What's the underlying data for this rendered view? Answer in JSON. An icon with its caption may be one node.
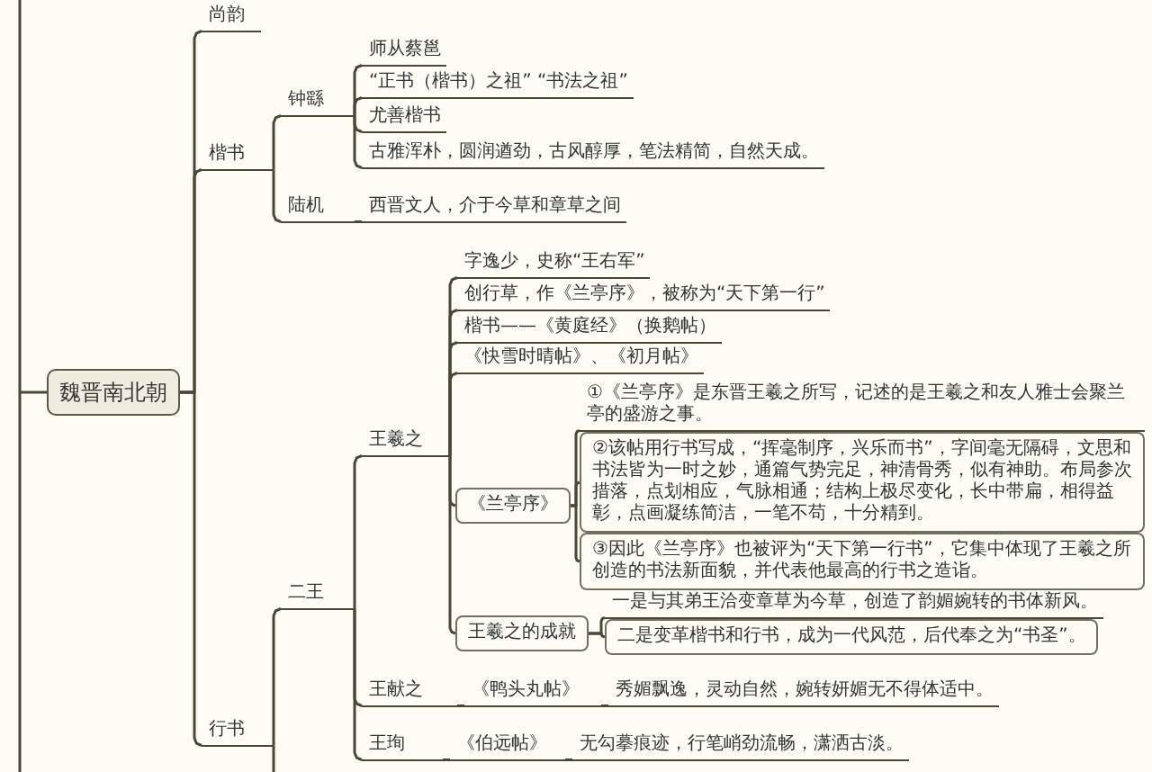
{
  "diagram": {
    "nodes": [
      {
        "text": [
          "魏晋南北朝"
        ]
      },
      {
        "text": [
          "尚韵"
        ]
      },
      {
        "text": [
          "楷书"
        ]
      },
      {
        "text": [
          "钟繇"
        ]
      },
      {
        "text": [
          "师从蔡邕"
        ]
      },
      {
        "text": [
          "“正书（楷书）之祖” “书法之祖”"
        ]
      },
      {
        "text": [
          "尤善楷书"
        ]
      },
      {
        "text": [
          "古雅浑朴，圆润遒劲，古风醇厚，笔法精简，自然天成。"
        ]
      },
      {
        "text": [
          "陆机"
        ]
      },
      {
        "text": [
          "西晋文人，介于今草和章草之间"
        ]
      },
      {
        "text": [
          "行书"
        ]
      },
      {
        "text": [
          "二王"
        ]
      },
      {
        "text": [
          "王羲之"
        ]
      },
      {
        "text": [
          "字逸少，史称“王右军”"
        ]
      },
      {
        "text": [
          "创行草，作《兰亭序》，被称为“天下第一行”"
        ]
      },
      {
        "text": [
          "楷书——《黄庭经》（换鹅帖）"
        ]
      },
      {
        "text": [
          "《快雪时晴帖》、《初月帖》"
        ]
      },
      {
        "text": [
          "《兰亭序》"
        ]
      },
      {
        "text": [
          "①《兰亭序》是东晋王羲之所写，记述的是王羲之和友人雅士会聚兰亭的盛游之事。"
        ]
      },
      {
        "text": [
          "②该帖用行书写成，“挥毫制序，兴乐而书”，字间毫无隔碍，文思和书法皆为一时之妙，通篇气势完足，神清骨秀，似有神助。布局参次措落，点划相应，气脉相通；结构上极尽变化，长中带扁，相得益彰，点画凝练简洁，一笔不苟，十分精到。"
        ]
      },
      {
        "text": [
          "③因此《兰亭序》也被评为“天下第一行书”，它集中体现了王羲之所创造的书法新面貌，并代表他最高的行书之造诣。"
        ]
      },
      {
        "text": [
          "王羲之的成就"
        ]
      },
      {
        "text": [
          "一是与其弟王洽变章草为今草，创造了韵媚婉转的书体新风。"
        ]
      },
      {
        "text": [
          "二是变革楷书和行书，成为一代风范，后代奉之为“书圣”。"
        ]
      },
      {
        "text": [
          "王献之"
        ]
      },
      {
        "text": [
          "《鸭头丸帖》"
        ]
      },
      {
        "text": [
          "秀媚飘逸，灵动自然，婉转妍媚无不得体适中。"
        ]
      },
      {
        "text": [
          "王珣"
        ]
      },
      {
        "text": [
          "《伯远帖》"
        ]
      },
      {
        "text": [
          "无勾摹痕迹，行笔峭劲流畅，潇洒古淡。"
        ]
      }
    ],
    "edges": [
      {
        "from": null,
        "to": 0,
        "arrow": "none"
      },
      {
        "from": 0,
        "to": 1,
        "arrow": "none"
      },
      {
        "from": 0,
        "to": 2,
        "arrow": "none"
      },
      {
        "from": 0,
        "to": 10,
        "arrow": "none"
      },
      {
        "from": 2,
        "to": 3,
        "arrow": "none"
      },
      {
        "from": 2,
        "to": 8,
        "arrow": "none"
      },
      {
        "from": 3,
        "to": 4,
        "arrow": "none"
      },
      {
        "from": 3,
        "to": 5,
        "arrow": "none"
      },
      {
        "from": 3,
        "to": 6,
        "arrow": "none"
      },
      {
        "from": 3,
        "to": 7,
        "arrow": "none"
      },
      {
        "from": 8,
        "to": 9,
        "arrow": "none"
      },
      {
        "from": 10,
        "to": 11,
        "arrow": "none"
      },
      {
        "from": 10,
        "to": null,
        "arrow": "none"
      },
      {
        "from": 11,
        "to": 12,
        "arrow": "none"
      },
      {
        "from": 11,
        "to": 24,
        "arrow": "none"
      },
      {
        "from": 11,
        "to": 27,
        "arrow": "none"
      },
      {
        "from": 12,
        "to": 13,
        "arrow": "none"
      },
      {
        "from": 12,
        "to": 14,
        "arrow": "none"
      },
      {
        "from": 12,
        "to": 15,
        "arrow": "none"
      },
      {
        "from": 12,
        "to": 16,
        "arrow": "none"
      },
      {
        "from": 12,
        "to": 17,
        "arrow": "none"
      },
      {
        "from": 12,
        "to": 21,
        "arrow": "none"
      },
      {
        "from": 17,
        "to": 18,
        "arrow": "none"
      },
      {
        "from": 17,
        "to": 19,
        "arrow": "none"
      },
      {
        "from": 17,
        "to": 20,
        "arrow": "none"
      },
      {
        "from": 21,
        "to": 22,
        "arrow": "none"
      },
      {
        "from": 21,
        "to": 23,
        "arrow": "none"
      },
      {
        "from": 24,
        "to": 25,
        "arrow": "none"
      },
      {
        "from": 25,
        "to": 26,
        "arrow": "none"
      },
      {
        "from": 27,
        "to": 28,
        "arrow": "none"
      },
      {
        "from": 28,
        "to": 29,
        "arrow": "none"
      }
    ]
  }
}
